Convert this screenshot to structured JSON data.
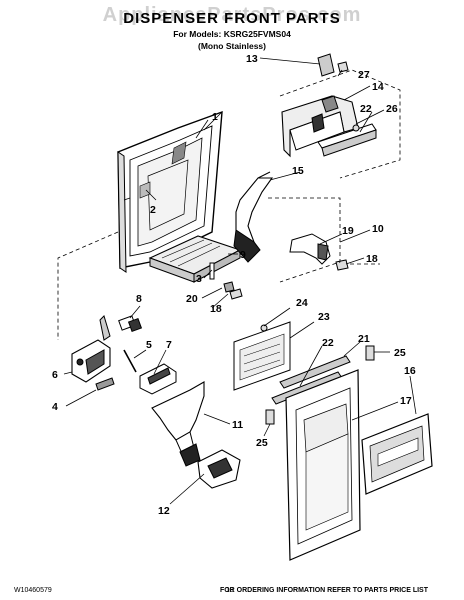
{
  "header": {
    "title": "DISPENSER FRONT PARTS",
    "models": "For Models: KSRG25FVMS04",
    "finish": "(Mono Stainless)",
    "watermark": "AppliancePartsPros.com"
  },
  "callouts": [
    "1",
    "2",
    "3",
    "4",
    "5",
    "6",
    "7",
    "8",
    "9",
    "10",
    "11",
    "12",
    "13",
    "14",
    "15",
    "16",
    "17",
    "18",
    "18",
    "19",
    "20",
    "21",
    "22",
    "22",
    "23",
    "24",
    "25",
    "25",
    "26",
    "27"
  ],
  "footer": {
    "doc_number": "W10460579",
    "page": "13",
    "order_info": "FOR ORDERING INFORMATION REFER TO PARTS PRICE LIST"
  },
  "colors": {
    "line": "#000000",
    "watermark": "#969696"
  }
}
